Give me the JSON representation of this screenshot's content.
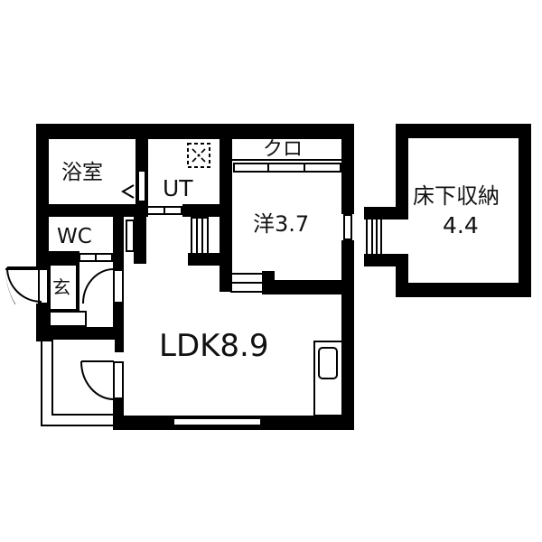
{
  "plan": {
    "type": "floor-plan",
    "rooms": [
      {
        "id": "bath",
        "label": "浴室"
      },
      {
        "id": "utility",
        "label": "UT"
      },
      {
        "id": "closet",
        "label": "クロ"
      },
      {
        "id": "western-room",
        "label": "洋3.7"
      },
      {
        "id": "wc",
        "label": "WC"
      },
      {
        "id": "entrance",
        "label": "玄"
      },
      {
        "id": "ldk",
        "label": "LDK8.9"
      },
      {
        "id": "underfloor-storage",
        "label_line1": "床下収納",
        "label_line2": "4.4"
      }
    ],
    "colors": {
      "wall": "#000000",
      "background": "#ffffff",
      "text": "#111111"
    }
  }
}
